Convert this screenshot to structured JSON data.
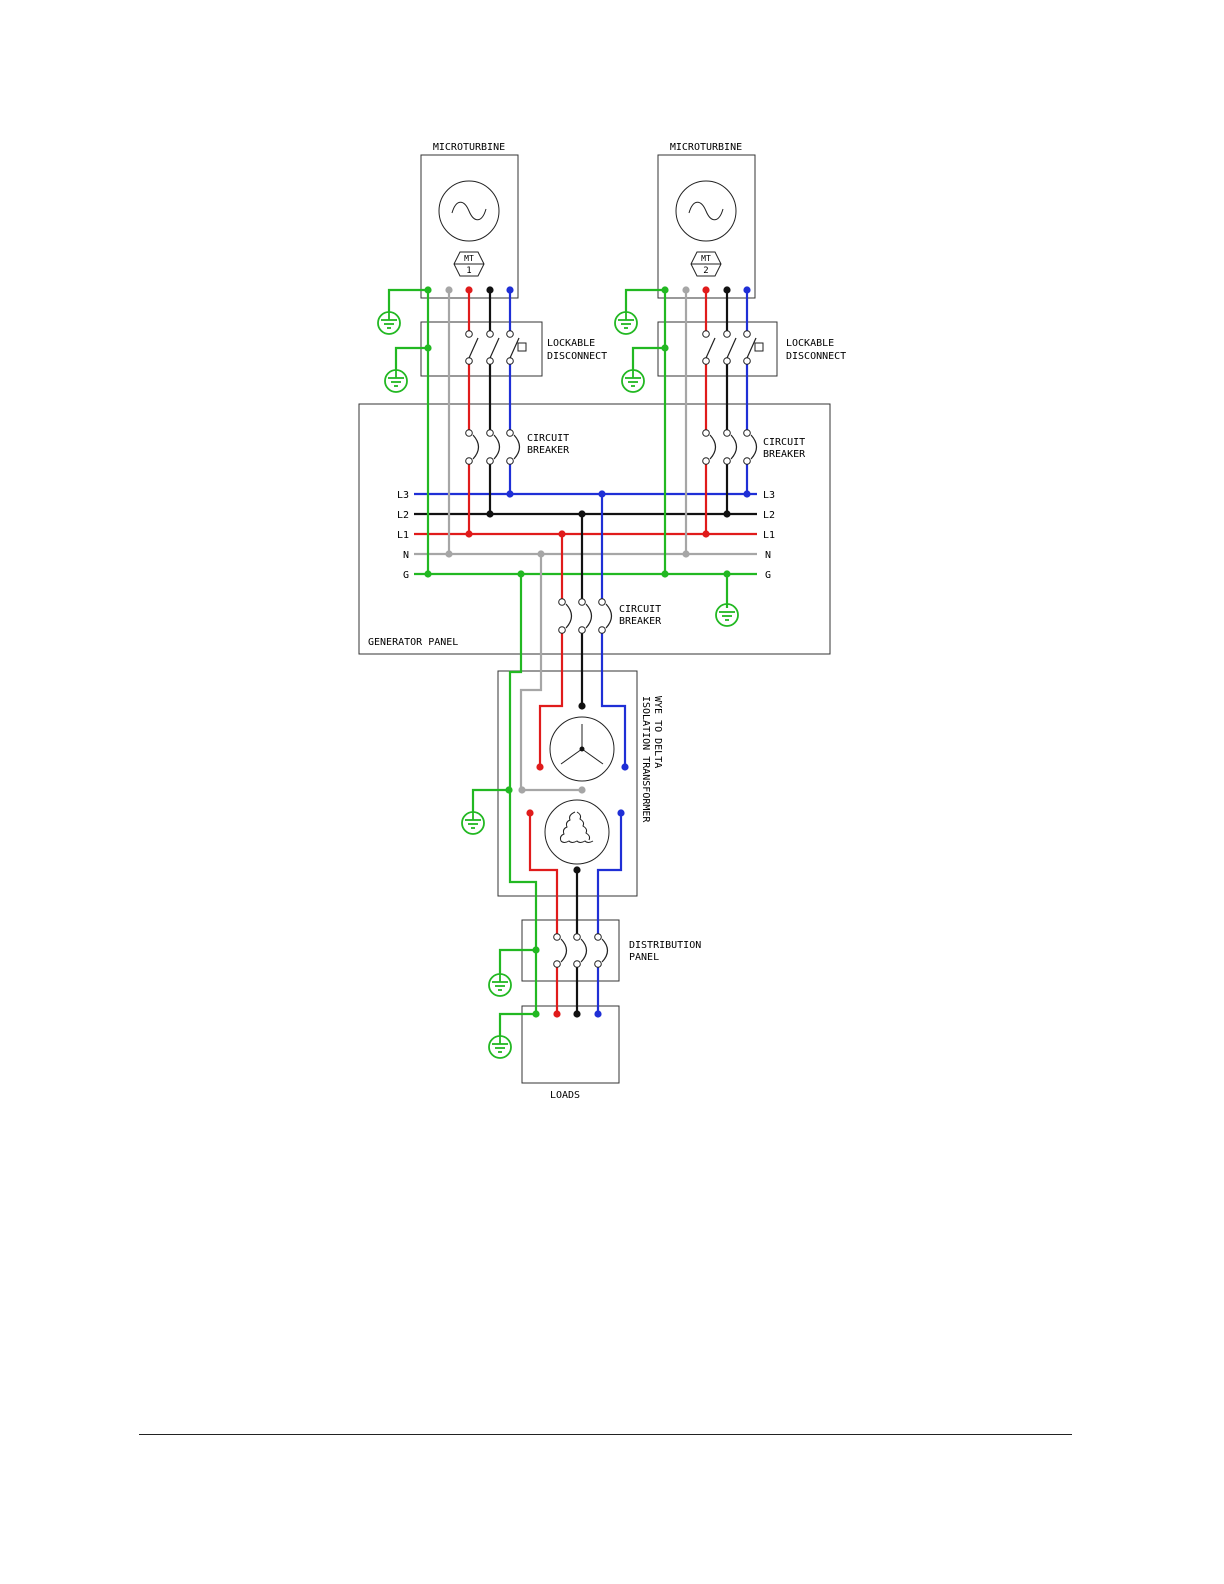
{
  "colors": {
    "ground": "#22b822",
    "neutral": "#a6a6a6",
    "l1": "#e01b1b",
    "l2": "#111111",
    "l3": "#1f2fd6",
    "outline": "#333333"
  },
  "icons": [
    "ac-source-icon",
    "ground-icon",
    "switch-icon",
    "breaker-icon",
    "wye-winding-icon",
    "delta-winding-icon"
  ],
  "labels": {
    "mt1_title": "MICROTURBINE",
    "mt1_tag_top": "MT",
    "mt1_tag_num": "1",
    "mt2_title": "MICROTURBINE",
    "mt2_tag_top": "MT",
    "mt2_tag_num": "2",
    "disconnect1_line1": "LOCKABLE",
    "disconnect1_line2": "DISCONNECT",
    "disconnect2_line1": "LOCKABLE",
    "disconnect2_line2": "DISCONNECT",
    "breaker1_line1": "CIRCUIT",
    "breaker1_line2": "BREAKER",
    "breaker2_line1": "CIRCUIT",
    "breaker2_line2": "BREAKER",
    "breaker3_line1": "CIRCUIT",
    "breaker3_line2": "BREAKER",
    "generator_panel": "GENERATOR PANEL",
    "transformer_line1": "WYE TO DELTA",
    "transformer_line2": "ISOLATION TRANSFORMER",
    "distribution_line1": "DISTRIBUTION",
    "distribution_line2": "PANEL",
    "loads": "LOADS"
  },
  "buses": {
    "left": [
      "L3",
      "L2",
      "L1",
      "N",
      "G"
    ],
    "right": [
      "L3",
      "L2",
      "L1",
      "N",
      "G"
    ]
  }
}
